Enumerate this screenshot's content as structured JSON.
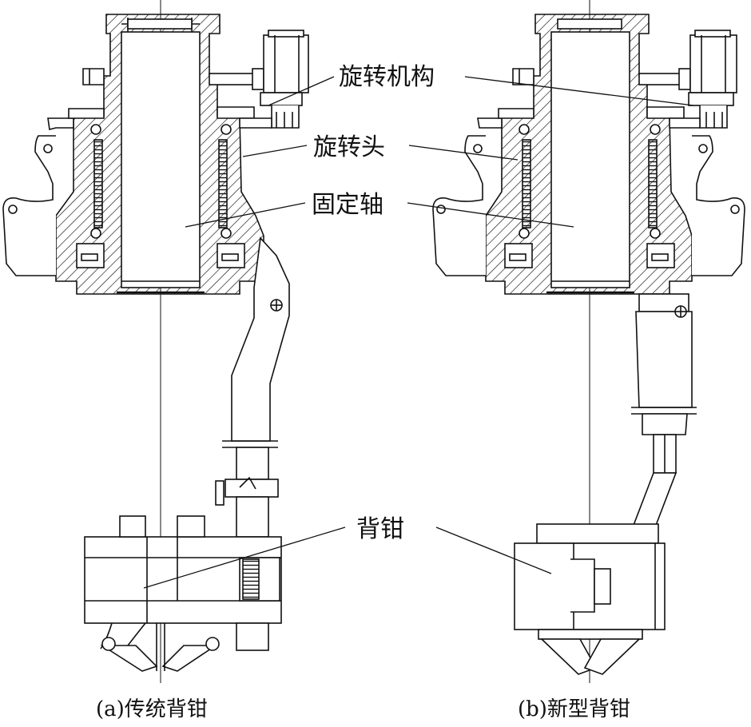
{
  "labels": {
    "rotating_mechanism": "旋转机构",
    "rotating_head": "旋转头",
    "fixed_shaft": "固定轴",
    "back_tong": "背钳"
  },
  "captions": {
    "a": "(a)传统背钳",
    "b": "(b)新型背钳"
  },
  "colors": {
    "line": "#111111",
    "hatch": "#111111",
    "background": "#ffffff"
  }
}
